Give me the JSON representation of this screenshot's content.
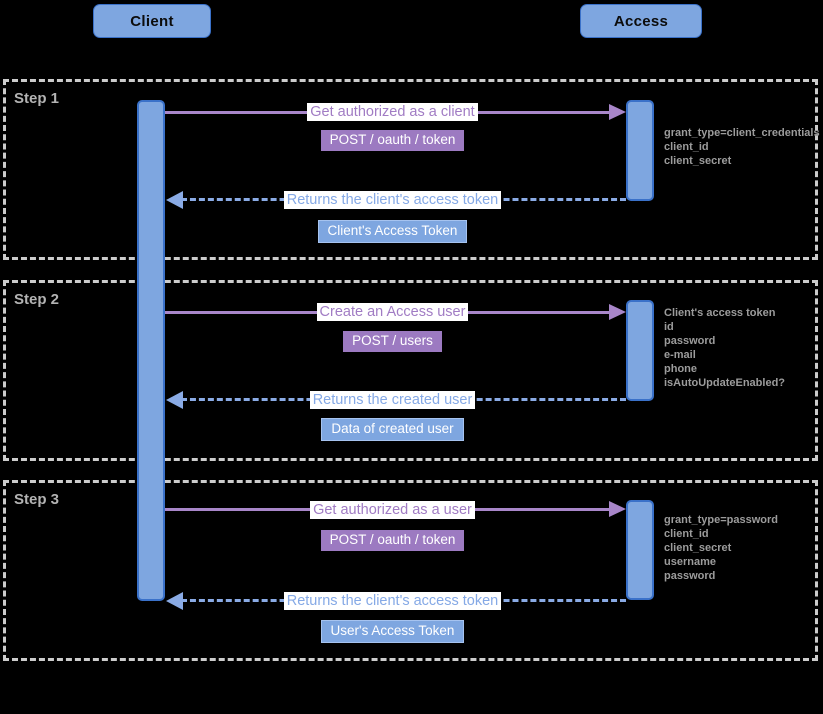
{
  "diagram": {
    "actors": [
      {
        "id": "client",
        "label": "Client"
      },
      {
        "id": "access",
        "label": "Access"
      }
    ],
    "steps": [
      {
        "label": "Step 1",
        "request": {
          "message": "Get authorized as a client",
          "endpoint": "POST / oauth / token",
          "params": [
            "grant_type=client_credentials",
            "client_id",
            "client_secret"
          ]
        },
        "response": {
          "message": "Returns the client's access token",
          "result": "Client's Access Token"
        }
      },
      {
        "label": "Step 2",
        "request": {
          "message": "Create an Access user",
          "endpoint": "POST / users",
          "params": [
            "Client's access token",
            "id",
            "password",
            "e-mail",
            "phone",
            "isAutoUpdateEnabled?"
          ]
        },
        "response": {
          "message": "Returns the created user",
          "result": "Data of created user"
        }
      },
      {
        "label": "Step 3",
        "request": {
          "message": "Get authorized as a user",
          "endpoint": "POST / oauth / token",
          "params": [
            "grant_type=password",
            "client_id",
            "client_secret",
            "username",
            "password"
          ]
        },
        "response": {
          "message": "Returns the client's access token",
          "result": "User's Access Token"
        }
      }
    ],
    "colors": {
      "background": "#000000",
      "actor_fill": "#7ea6e0",
      "actor_border": "#3a71c9",
      "request_arrow": "#a886c9",
      "request_label_text": "#a17cc4",
      "request_badge_bg": "#9c7ac1",
      "response_arrow": "#8aabe5",
      "response_label_text": "#85a9e6",
      "token_badge_bg": "#7ea6e0",
      "frame_dash": "#cccccc",
      "muted_text": "#9c9c9c"
    }
  }
}
